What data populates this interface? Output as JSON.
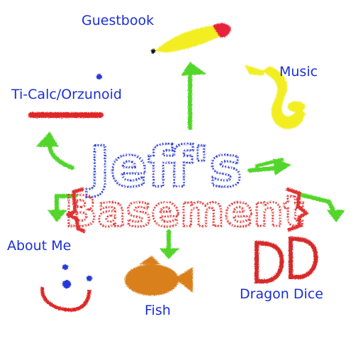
{
  "site_title": {
    "line1": "Jeff's",
    "line2": "Basement"
  },
  "links": {
    "guestbook": "Guestbook",
    "music": "Music",
    "ticalc": "Ti-Calc/Orzunoid",
    "about": "About Me",
    "fish": "Fish",
    "dragon": "Dragon Dice"
  },
  "colors": {
    "link": "#1a2fd6",
    "title_blue": "#2a3ad0",
    "title_red": "#e03030",
    "arrow_green": "#52d62a",
    "pen_yellow": "#f2ee22",
    "pen_red": "#e8203a",
    "fish_orange": "#d9801e",
    "dice_red": "#d62a2a",
    "face_red": "#e02828",
    "face_blue": "#2838d8"
  },
  "icons": {
    "guestbook": "pen-icon",
    "music": "saxophone-icon",
    "ticalc": "paddle-ball-icon",
    "about": "smiley-face-icon",
    "fish": "fish-icon",
    "dragon": "dice-icon"
  }
}
